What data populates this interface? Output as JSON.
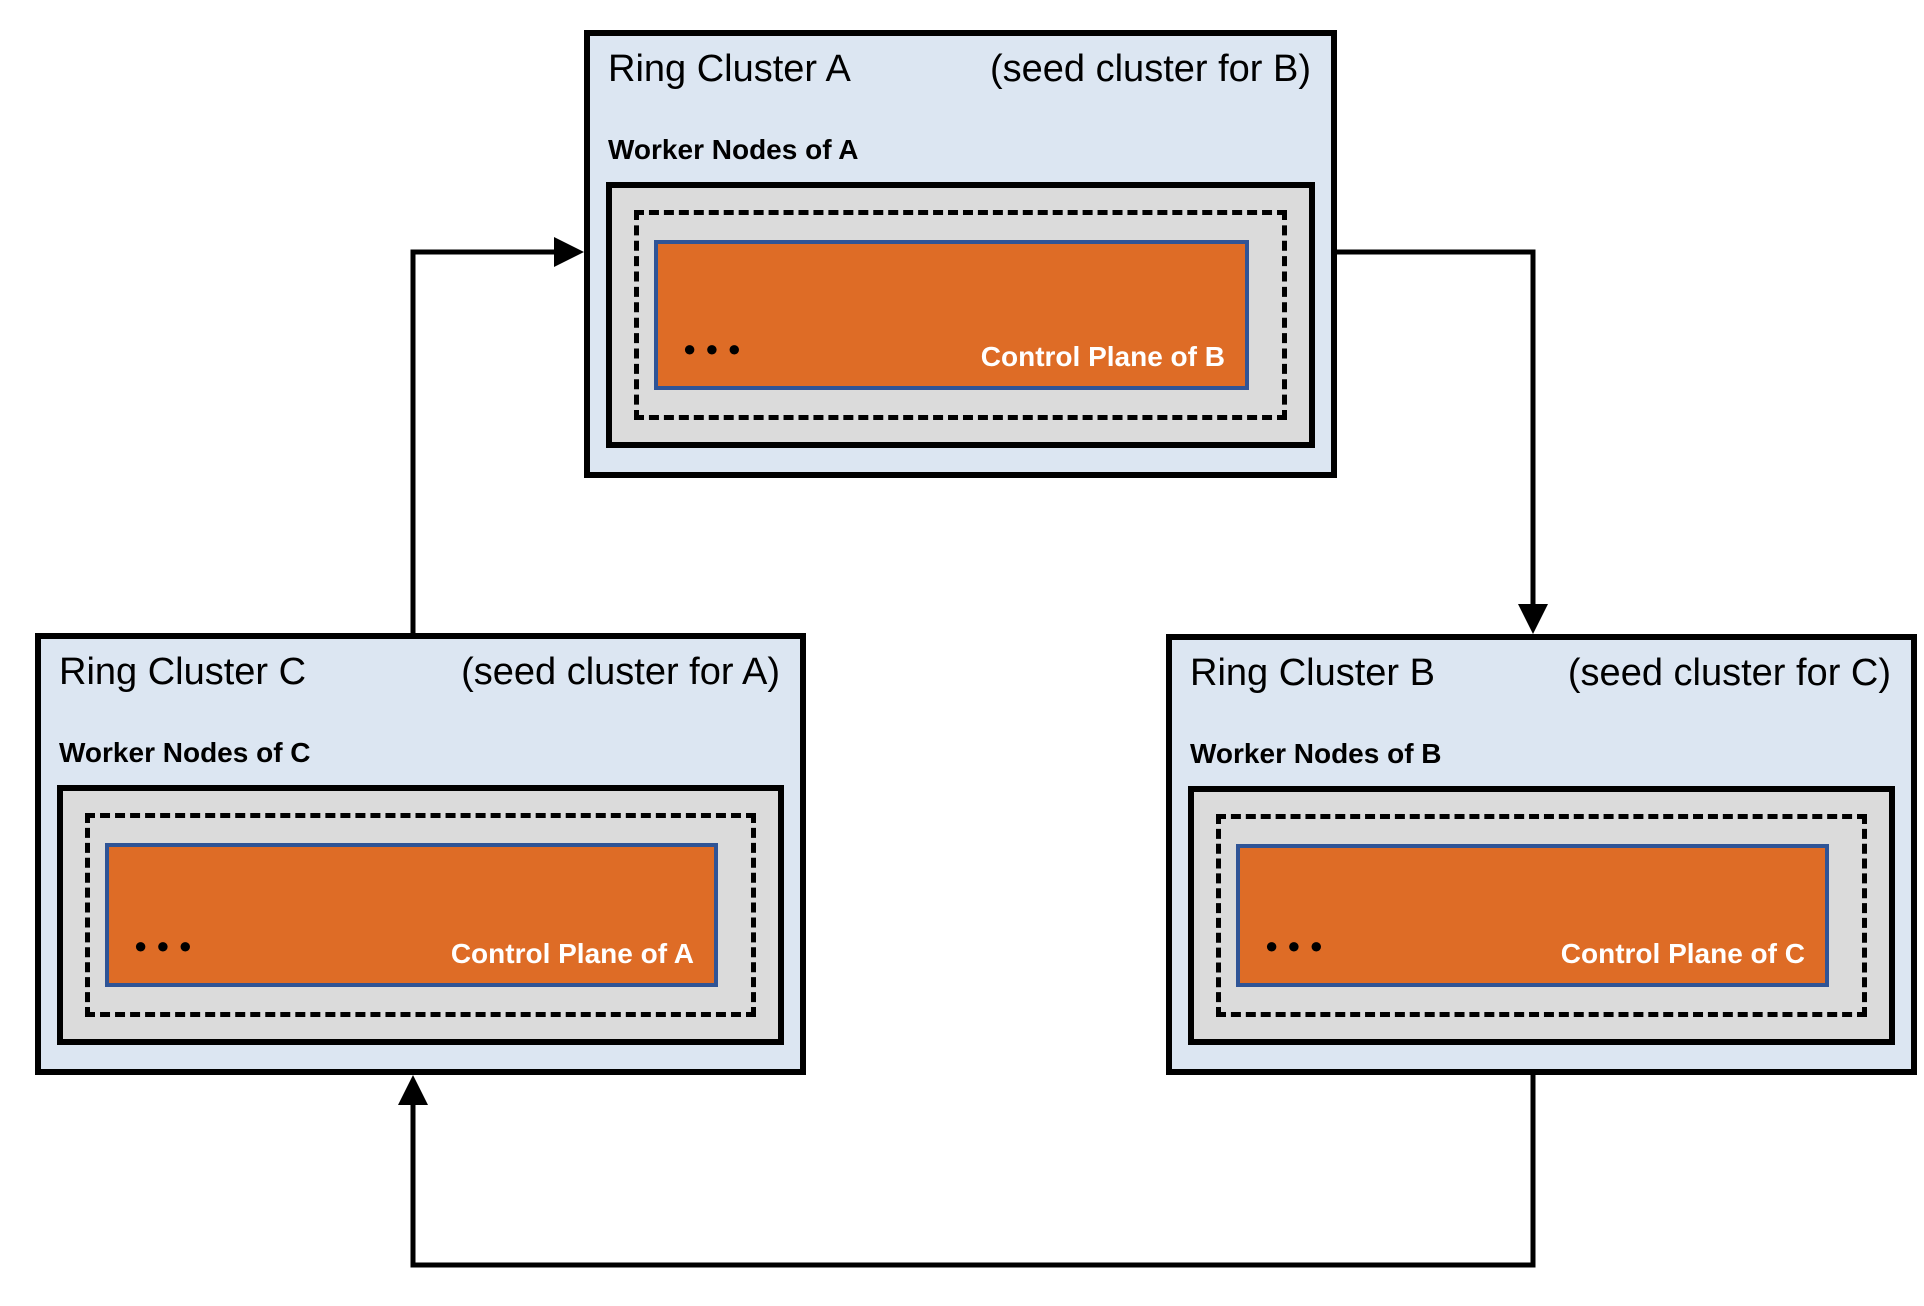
{
  "colors": {
    "cluster_fill": "#DCE6F2",
    "node_fill": "#DBDBDB",
    "control_fill": "#DE6C26",
    "control_border": "#2F5496",
    "line": "#000000"
  },
  "clusters": [
    {
      "id": "A",
      "name": "Ring Cluster A",
      "seed_note": "(seed cluster for B)",
      "worker_label": "Worker Nodes of A",
      "control_plane_label": "Control Plane of B",
      "ellipsis": "●●●"
    },
    {
      "id": "C",
      "name": "Ring Cluster C",
      "seed_note": "(seed cluster for A)",
      "worker_label": "Worker Nodes of C",
      "control_plane_label": "Control Plane of A",
      "ellipsis": "●●●"
    },
    {
      "id": "B",
      "name": "Ring Cluster B",
      "seed_note": "(seed cluster for C)",
      "worker_label": "Worker Nodes of B",
      "control_plane_label": "Control Plane of C",
      "ellipsis": "●●●"
    }
  ],
  "connectors": [
    {
      "from": "C",
      "to": "A"
    },
    {
      "from": "A",
      "to": "B"
    },
    {
      "from": "B",
      "to": "C"
    }
  ]
}
